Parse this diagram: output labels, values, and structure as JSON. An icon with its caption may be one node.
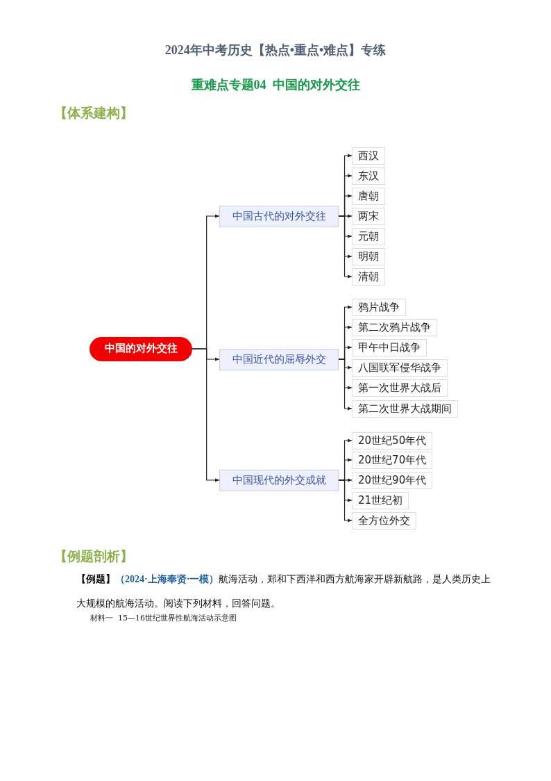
{
  "diagram": {
    "title": "2024年中考历史【热点•重点•难点】专练",
    "nodes": [
      {
        "text": [
          "中国的对外交往"
        ]
      },
      {
        "text": [
          "中国古代的对外交往"
        ]
      },
      {
        "text": [
          "西汉"
        ]
      },
      {
        "text": [
          "东汉"
        ]
      },
      {
        "text": [
          "唐朝"
        ]
      },
      {
        "text": [
          "两宋"
        ]
      },
      {
        "text": [
          "元朝"
        ]
      },
      {
        "text": [
          "明朝"
        ]
      },
      {
        "text": [
          "清朝"
        ]
      },
      {
        "text": [
          "中国近代的屈辱外交"
        ]
      },
      {
        "text": [
          "鸦片战争"
        ]
      },
      {
        "text": [
          "第二次鸦片战争"
        ]
      },
      {
        "text": [
          "甲午中日战争"
        ]
      },
      {
        "text": [
          "八国联军侵华战争"
        ]
      },
      {
        "text": [
          "第一次世界大战后"
        ]
      },
      {
        "text": [
          "第二次世界大战期间"
        ]
      },
      {
        "text": [
          "中国现代的外交成就"
        ]
      },
      {
        "text": [
          "20世纪50年代"
        ]
      },
      {
        "text": [
          "20世纪70年代"
        ]
      },
      {
        "text": [
          "20世纪90年代"
        ]
      },
      {
        "text": [
          "21世纪初"
        ]
      },
      {
        "text": [
          "全方位外交"
        ]
      }
    ],
    "edges": [
      {
        "from": 0,
        "to": 1,
        "arrow": "to"
      },
      {
        "from": 0,
        "to": 9,
        "arrow": "to"
      },
      {
        "from": 0,
        "to": 16,
        "arrow": "to"
      },
      {
        "from": 1,
        "to": 2,
        "arrow": "to"
      },
      {
        "from": 1,
        "to": 3,
        "arrow": "to"
      },
      {
        "from": 1,
        "to": 4,
        "arrow": "to"
      },
      {
        "from": 1,
        "to": 5,
        "arrow": "to"
      },
      {
        "from": 1,
        "to": 6,
        "arrow": "to"
      },
      {
        "from": 1,
        "to": 7,
        "arrow": "to"
      },
      {
        "from": 1,
        "to": 8,
        "arrow": "to"
      },
      {
        "from": 9,
        "to": 10,
        "arrow": "to"
      },
      {
        "from": 9,
        "to": 11,
        "arrow": "to"
      },
      {
        "from": 9,
        "to": 12,
        "arrow": "to"
      },
      {
        "from": 9,
        "to": 13,
        "arrow": "to"
      },
      {
        "from": 9,
        "to": 14,
        "arrow": "to"
      },
      {
        "from": 9,
        "to": 15,
        "arrow": "to"
      },
      {
        "from": 16,
        "to": 17,
        "arrow": "to"
      },
      {
        "from": 16,
        "to": 18,
        "arrow": "to"
      },
      {
        "from": 16,
        "to": 19,
        "arrow": "to"
      },
      {
        "from": 16,
        "to": 20,
        "arrow": "to"
      },
      {
        "from": 16,
        "to": 21,
        "arrow": "to"
      }
    ],
    "labels": [
      "重难点专题04  中国的对外交往",
      "【体系建构】",
      "【例题剖析】",
      "**【例题】****（2024·上海奉贤·一模）**航海活动，郑和下西洋和西方航海家开辟新航路，是人类历史上大规模的航海活动。阅读下列材料，回答问题。",
      "材料一  15—16世纪世界性航海活动示意图"
    ]
  }
}
